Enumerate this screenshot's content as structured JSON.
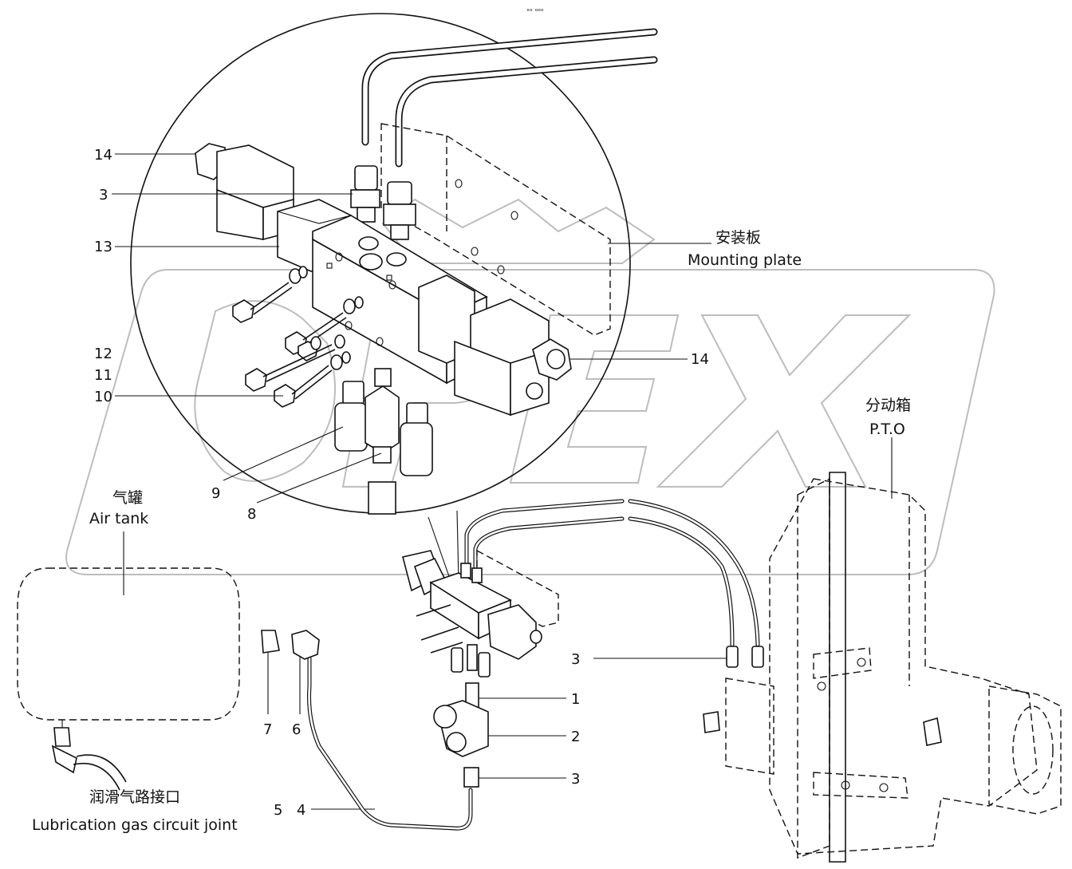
{
  "header": {
    "mark": "ₓₒ ₒₒₒ"
  },
  "watermark": {
    "text": "OPEX"
  },
  "labels": {
    "mounting_plate_cn": "安装板",
    "mounting_plate_en": "Mounting plate",
    "pto_cn": "分动箱",
    "pto_en": "P.T.O",
    "air_tank_cn": "气罐",
    "air_tank_en": "Air tank",
    "lube_joint_cn": "润滑气路接口",
    "lube_joint_en": "Lubrication gas circuit joint"
  },
  "callouts": {
    "c14_top": "14",
    "c3_top": "3",
    "c13": "13",
    "c12": "12",
    "c11": "11",
    "c10": "10",
    "c14_right": "14",
    "c9": "9",
    "c8": "8",
    "c3_mid": "3",
    "c1": "1",
    "c2": "2",
    "c3_low": "3",
    "c7": "7",
    "c6": "6",
    "c5": "5",
    "c4": "4"
  },
  "colors": {
    "ink": "#111111",
    "watermark": "#bdbdbd",
    "background": "#ffffff"
  }
}
